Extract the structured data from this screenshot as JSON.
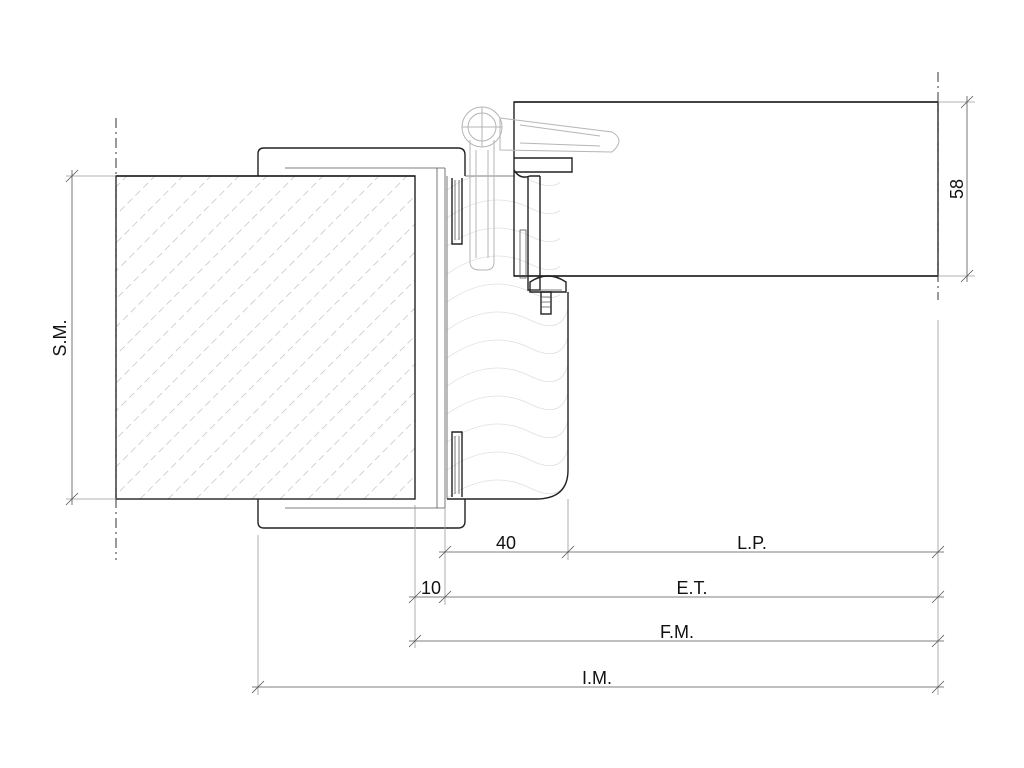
{
  "drawing": {
    "dimension_labels": {
      "sm": "S.M.",
      "door_thickness": "58",
      "d40": "40",
      "lp": "L.P.",
      "d10": "10",
      "et": "E.T.",
      "fm": "F.M.",
      "im": "I.M."
    }
  }
}
